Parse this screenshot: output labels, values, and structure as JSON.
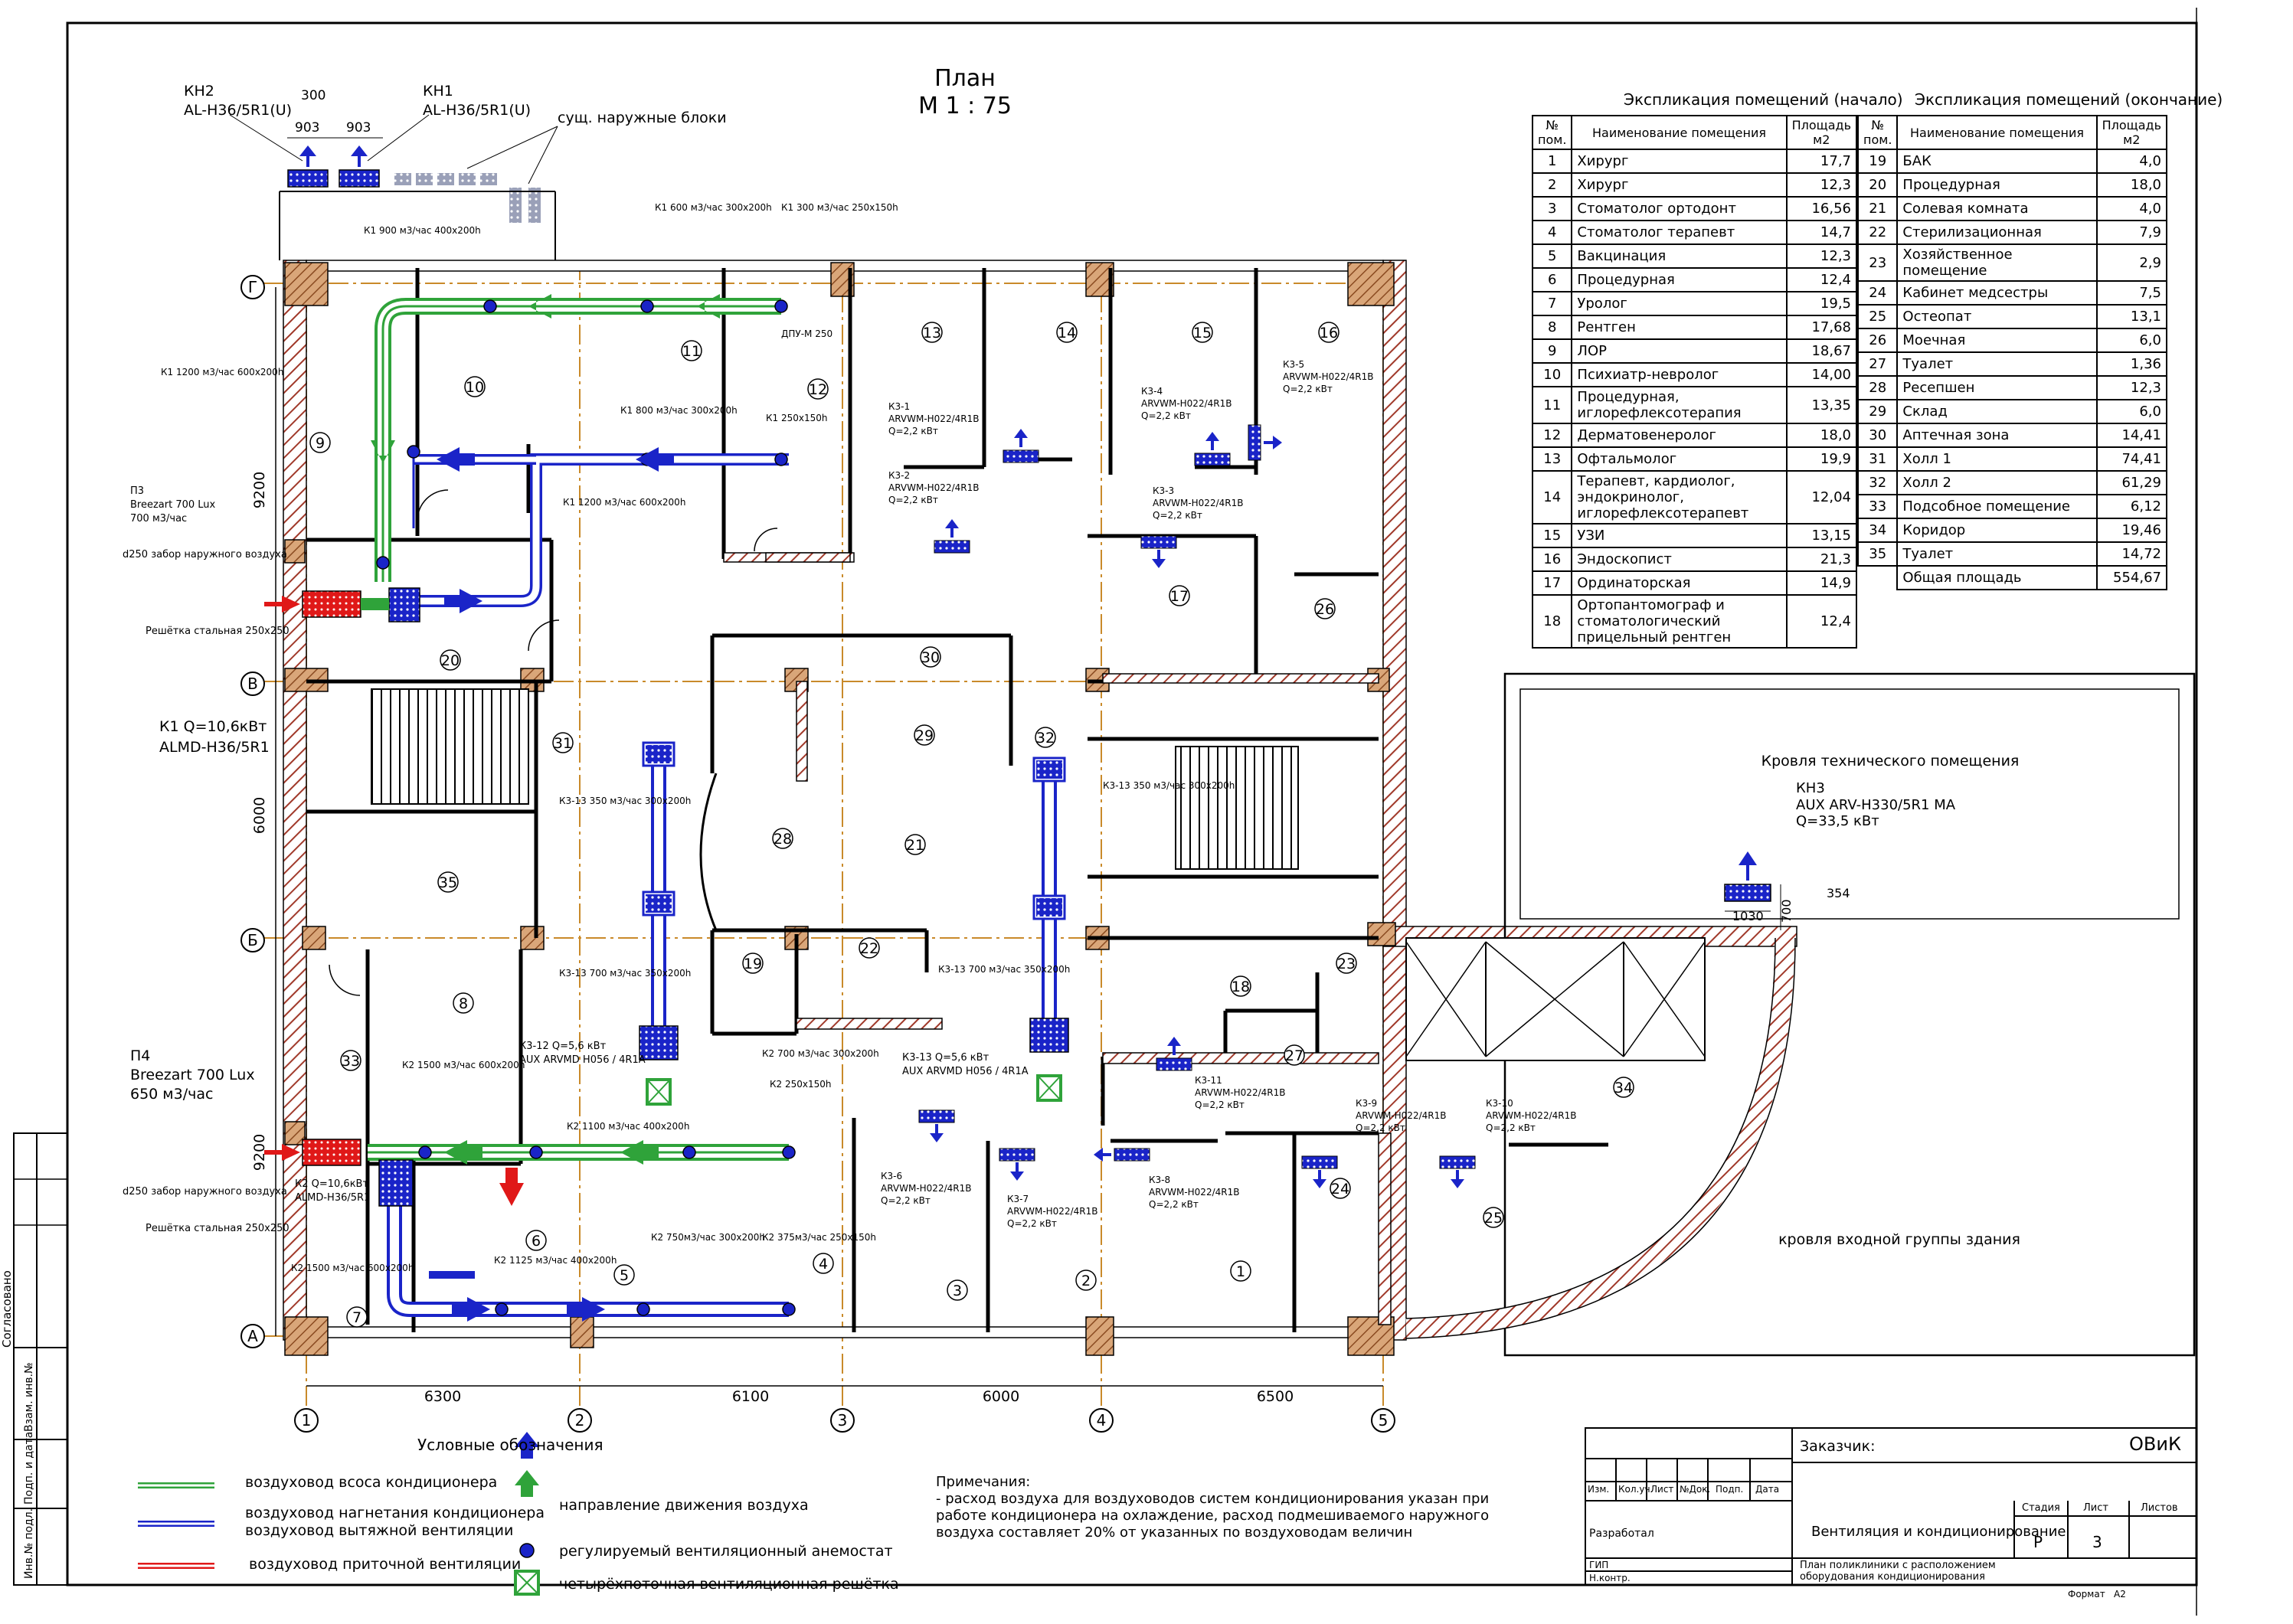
{
  "plan": {
    "title": "План",
    "scale": "М 1 : 75"
  },
  "outdoor_units": {
    "kn2_label": "КН2",
    "kn2_model": "AL-H36/5R1(U)",
    "kn1_label": "КН1",
    "kn1_model": "AL-H36/5R1(U)",
    "existing_label": "сущ. наружные блоки",
    "dim_300": "300",
    "dim_903a": "903",
    "dim_903b": "903",
    "kn3_label": "КН3",
    "kn3_model": "AUX ARV-H330/5R1 MA",
    "kn3_power": "Q=33,5 кВт",
    "kn3_dim_w": "1030",
    "kn3_dim_h": "700",
    "kn3_dim_354": "354"
  },
  "axes": {
    "rows": [
      "Г",
      "В",
      "Б",
      "А"
    ],
    "cols": [
      "1",
      "2",
      "3",
      "4",
      "5"
    ],
    "col_dims": [
      "6300",
      "6100",
      "6000",
      "6500"
    ],
    "row_dims": [
      "9200",
      "6000",
      "9200"
    ]
  },
  "zones": {
    "tech_roof": "Кровля технического помещения",
    "entrance_roof": "кровля входной группы здания"
  },
  "room_numbers": [
    "1",
    "2",
    "3",
    "4",
    "5",
    "6",
    "7",
    "8",
    "9",
    "10",
    "11",
    "12",
    "13",
    "14",
    "15",
    "16",
    "17",
    "18",
    "19",
    "20",
    "21",
    "22",
    "23",
    "24",
    "25",
    "26",
    "27",
    "28",
    "29",
    "30",
    "31",
    "32",
    "33",
    "34",
    "35"
  ],
  "duct_labels": [
    "К1 900 м3/час 400х200h",
    "К1 600 м3/час 300х200h",
    "К1 300 м3/час 250х150h",
    "К1 1200 м3/час 600х200h",
    "К1 800 м3/час 300х200h",
    "К1 250х150h",
    "К1 1200 м3/час 600х200h",
    "К2 1500 м3/час 600х200h",
    "К2 700 м3/час 300х200h",
    "К2 250х150h",
    "К2 1100 м3/час 400х200h",
    "К2 750м3/час 300х200h",
    "К2 375м3/час 250х150h",
    "К2 1125 м3/час 400х200h",
    "К2 1500 м3/час 600х200h",
    "ДПУ-М 250",
    "К3-13 350 м3/час 300х200h",
    "К3-13 700 м3/час 350х200h",
    "К3-13 350 м3/час 300х200h",
    "К3-13 700 м3/час 350х200h"
  ],
  "equipment": {
    "p3_label": "П3",
    "p3_model": "Breezart 700 Lux",
    "p3_flow": "700 м3/час",
    "p3_intake": "d250 забор наружного воздуха",
    "p3_grille": "Решётка стальная 250х250",
    "k1_unit": "К1 Q=10,6кВт",
    "k1_model": "ALMD-H36/5R1",
    "p4_label": "П4",
    "p4_model": "Breezart 700 Lux",
    "p4_flow": "650 м3/час",
    "p4_intake": "d250 забор наружного воздуха",
    "p4_grille": "Решётка стальная 250х250",
    "k2_unit": "К2 Q=10,6кВт",
    "k2_model": "ALMD-H36/5R1",
    "k312_unit": "К3-12 Q=5,6 кВт",
    "k312_model": "AUX ARVMD H056 / 4R1A",
    "k313_unit": "К3-13 Q=5,6 кВт",
    "k313_model": "AUX ARVMD H056 / 4R1A"
  },
  "indoor_units": [
    {
      "id": "К3-1",
      "model": "ARVWM-H022/4R1B",
      "power": "Q=2,2 кВт"
    },
    {
      "id": "К3-2",
      "model": "ARVWM-H022/4R1B",
      "power": "Q=2,2 кВт"
    },
    {
      "id": "К3-3",
      "model": "ARVWM-H022/4R1B",
      "power": "Q=2,2 кВт"
    },
    {
      "id": "К3-4",
      "model": "ARVWM-H022/4R1B",
      "power": "Q=2,2 кВт"
    },
    {
      "id": "К3-5",
      "model": "ARVWM-H022/4R1B",
      "power": "Q=2,2 кВт"
    },
    {
      "id": "К3-6",
      "model": "ARVWM-H022/4R1B",
      "power": "Q=2,2 кВт"
    },
    {
      "id": "К3-7",
      "model": "ARVWM-H022/4R1B",
      "power": "Q=2,2 кВт"
    },
    {
      "id": "К3-8",
      "model": "ARVWM-H022/4R1B",
      "power": "Q=2,2 кВт"
    },
    {
      "id": "К3-9",
      "model": "ARVWM-H022/4R1B",
      "power": "Q=2,2 кВт"
    },
    {
      "id": "К3-10",
      "model": "ARVWM-H022/4R1B",
      "power": "Q=2,2 кВт"
    },
    {
      "id": "К3-11",
      "model": "ARVWM-H022/4R1B",
      "power": "Q=2,2 кВт"
    }
  ],
  "legend": {
    "title": "Условные обозначения",
    "green_duct": "воздуховод всоса кондиционера",
    "blue_duct_1": "воздуховод нагнетания кондиционера",
    "blue_duct_2": "воздуховод вытяжной вентиляции",
    "red_duct": "воздуховод приточной вентиляции",
    "arrow": "направление движения воздуха",
    "anemostat": "регулируемый вентиляционный анемостат",
    "grille": "четырёхпоточная вентиляционная решётка"
  },
  "notes": {
    "title": "Примечания:",
    "text": "- расход воздуха для воздуховодов систем кондиционирования указан при работе кондиционера на охлаждение, расход подмешиваемого наружного воздуха составляет 20% от указанных по воздуховодам величин"
  },
  "explication": {
    "title_start": "Экспликация помещений (начало)",
    "title_end": "Экспликация помещений (окончание)",
    "col_num": "№ пом.",
    "col_name": "Наименование помещения",
    "col_area": "Площадь м2",
    "rows_start": [
      [
        "1",
        "Хирург",
        "17,7"
      ],
      [
        "2",
        "Хирург",
        "12,3"
      ],
      [
        "3",
        "Стоматолог ортодонт",
        "16,56"
      ],
      [
        "4",
        "Стоматолог терапевт",
        "14,7"
      ],
      [
        "5",
        "Вакцинация",
        "12,3"
      ],
      [
        "6",
        "Процедурная",
        "12,4"
      ],
      [
        "7",
        "Уролог",
        "19,5"
      ],
      [
        "8",
        "Рентген",
        "17,68"
      ],
      [
        "9",
        "ЛОР",
        "18,67"
      ],
      [
        "10",
        "Психиатр-невролог",
        "14,00"
      ],
      [
        "11",
        "Процедурная, иглорефлексотерапия",
        "13,35"
      ],
      [
        "12",
        "Дерматовенеролог",
        "18,0"
      ],
      [
        "13",
        "Офтальмолог",
        "19,9"
      ],
      [
        "14",
        "Терапевт, кардиолог, эндокринолог, иглорефлексотерапевт",
        "12,04"
      ],
      [
        "15",
        "УЗИ",
        "13,15"
      ],
      [
        "16",
        "Эндоскопист",
        "21,3"
      ],
      [
        "17",
        "Ординаторская",
        "14,9"
      ],
      [
        "18",
        "Ортопантомограф и стоматологический прицельный рентген",
        "12,4"
      ]
    ],
    "rows_end": [
      [
        "19",
        "БАК",
        "4,0"
      ],
      [
        "20",
        "Процедурная",
        "18,0"
      ],
      [
        "21",
        "Солевая комната",
        "4,0"
      ],
      [
        "22",
        "Стерилизационная",
        "7,9"
      ],
      [
        "23",
        "Хозяйственное помещение",
        "2,9"
      ],
      [
        "24",
        "Кабинет медсестры",
        "7,5"
      ],
      [
        "25",
        "Остеопат",
        "13,1"
      ],
      [
        "26",
        "Моечная",
        "6,0"
      ],
      [
        "27",
        "Туалет",
        "1,36"
      ],
      [
        "28",
        "Ресепшен",
        "12,3"
      ],
      [
        "29",
        "Склад",
        "6,0"
      ],
      [
        "30",
        "Аптечная зона",
        "14,41"
      ],
      [
        "31",
        "Холл 1",
        "74,41"
      ],
      [
        "32",
        "Холл 2",
        "61,29"
      ],
      [
        "33",
        "Подсобное помещение",
        "6,12"
      ],
      [
        "34",
        "Коридор",
        "19,46"
      ],
      [
        "35",
        "Туалет",
        "14,72"
      ]
    ],
    "total_label": "Общая площадь",
    "total_value": "554,67"
  },
  "title_block": {
    "customer_label": "Заказчик:",
    "customer": "ОВиК",
    "cols": [
      "Изм.",
      "Кол.уч.",
      "Лист",
      "№Док.",
      "Подп.",
      "Дата"
    ],
    "developed": "Разработал",
    "gip": "ГИП",
    "control": "Н.контр.",
    "project": "Вентиляция и кондиционирование",
    "sheet_title": "План поликлиники с расположением оборудования кондиционирования",
    "stage_label": "Стадия",
    "sheet_label": "Лист",
    "sheets_label": "Листов",
    "stage": "Р",
    "sheet": "3",
    "format_label": "Формат",
    "format": "А2"
  },
  "side_stamp": {
    "agreed": "Согласовано",
    "inv_no": "Взам. инв.№",
    "sign_date": "Подп. и дата",
    "inv_orig": "Инв.№ подл."
  },
  "colors": {
    "green": "#2fa33a",
    "blue": "#1a24c8",
    "red": "#e01818",
    "wall_hatch": "#a0392a",
    "axis": "#c98a2a",
    "column": "#b06a3a"
  }
}
